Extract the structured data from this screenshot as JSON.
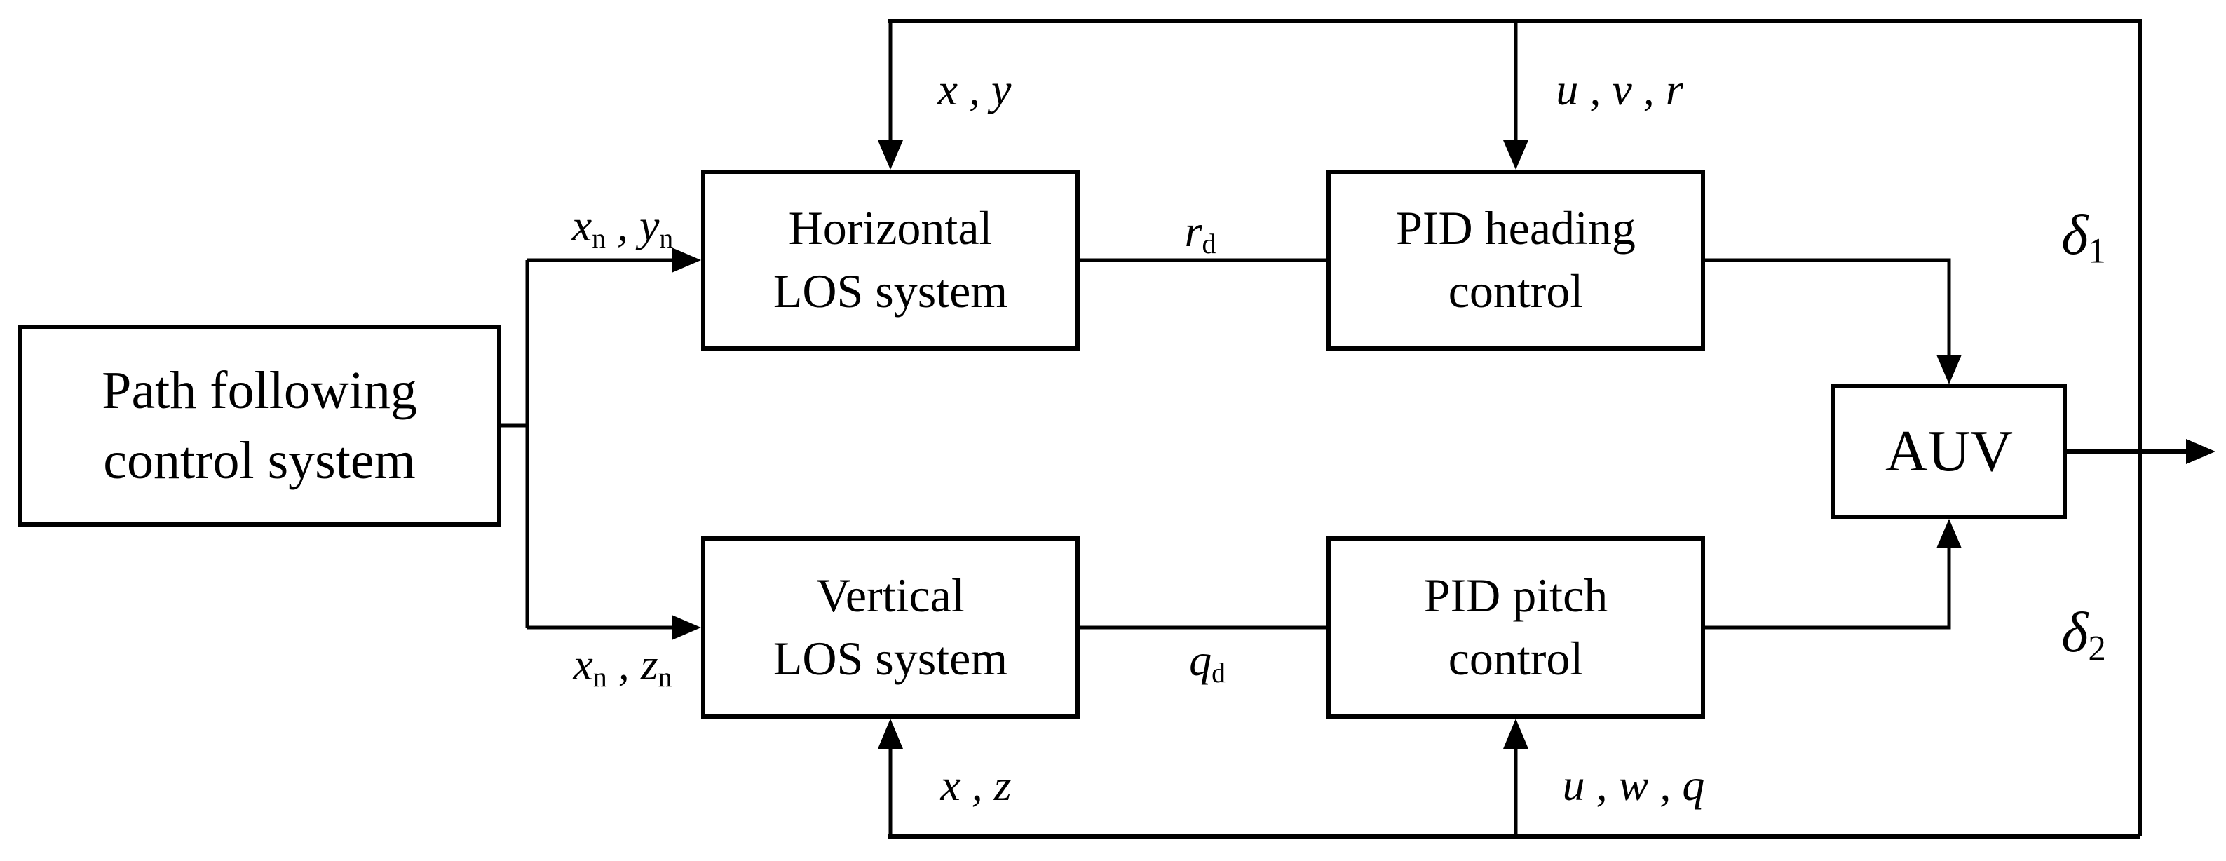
{
  "figure": {
    "colors": {
      "line": "#000000",
      "background": "#ffffff",
      "text": "#000000"
    },
    "boxes": {
      "path_following": {
        "line1": "Path following",
        "line2": "control system"
      },
      "horizontal_los": {
        "line1": "Horizontal",
        "line2": "LOS system"
      },
      "pid_heading": {
        "line1": "PID heading",
        "line2": "control"
      },
      "vertical_los": {
        "line1": "Vertical",
        "line2": "LOS system"
      },
      "pid_pitch": {
        "line1": "PID pitch",
        "line2": "control"
      },
      "auv": {
        "label": "AUV"
      }
    },
    "signals": {
      "position_xy": {
        "v1": "x",
        "sep": " , ",
        "v2": "y"
      },
      "velocity_uvr": {
        "v1": "u",
        "sep1": " , ",
        "v2": "v",
        "sep2": " , ",
        "v3": "r"
      },
      "waypoint_xn_yn": {
        "v1": "x",
        "s1": "n",
        "sep": " , ",
        "v2": "y",
        "s2": "n"
      },
      "waypoint_xn_zn": {
        "v1": "x",
        "s1": "n",
        "sep": " , ",
        "v2": "z",
        "s2": "n"
      },
      "desired_yaw_rate": {
        "v": "r",
        "s": "d"
      },
      "desired_pitch_rate": {
        "v": "q",
        "s": "d"
      },
      "position_xz": {
        "v1": "x",
        "sep": " , ",
        "v2": "z"
      },
      "velocity_uwq": {
        "v1": "u",
        "sep1": " , ",
        "v2": "w",
        "sep2": " , ",
        "v3": "q"
      },
      "delta_1": {
        "v": "δ",
        "s": "1"
      },
      "delta_2": {
        "v": "δ",
        "s": "2"
      }
    }
  }
}
